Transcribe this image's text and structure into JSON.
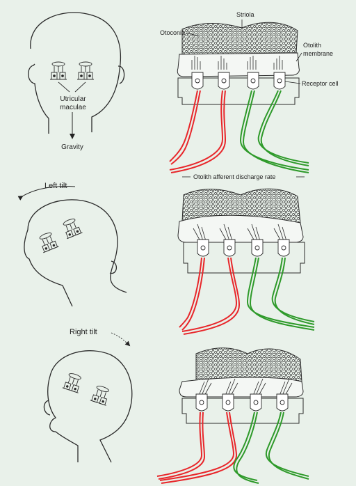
{
  "labels": {
    "striola": "Striola",
    "otoconia": "Otoconia",
    "otolith_membrane_1": "Otolith",
    "otolith_membrane_2": "membrane",
    "receptor_cell": "Receptor cell",
    "utricular_1": "Utricular",
    "utricular_2": "maculae",
    "gravity": "Gravity",
    "discharge_rate": "Otolith afferent discharge rate",
    "left_tilt": "Left tilt",
    "right_tilt": "Right tilt"
  },
  "colors": {
    "background": "#e9f1ea",
    "line": "#2a2a2a",
    "red_afferent": "#e8262a",
    "green_afferent": "#2e9a2a"
  }
}
